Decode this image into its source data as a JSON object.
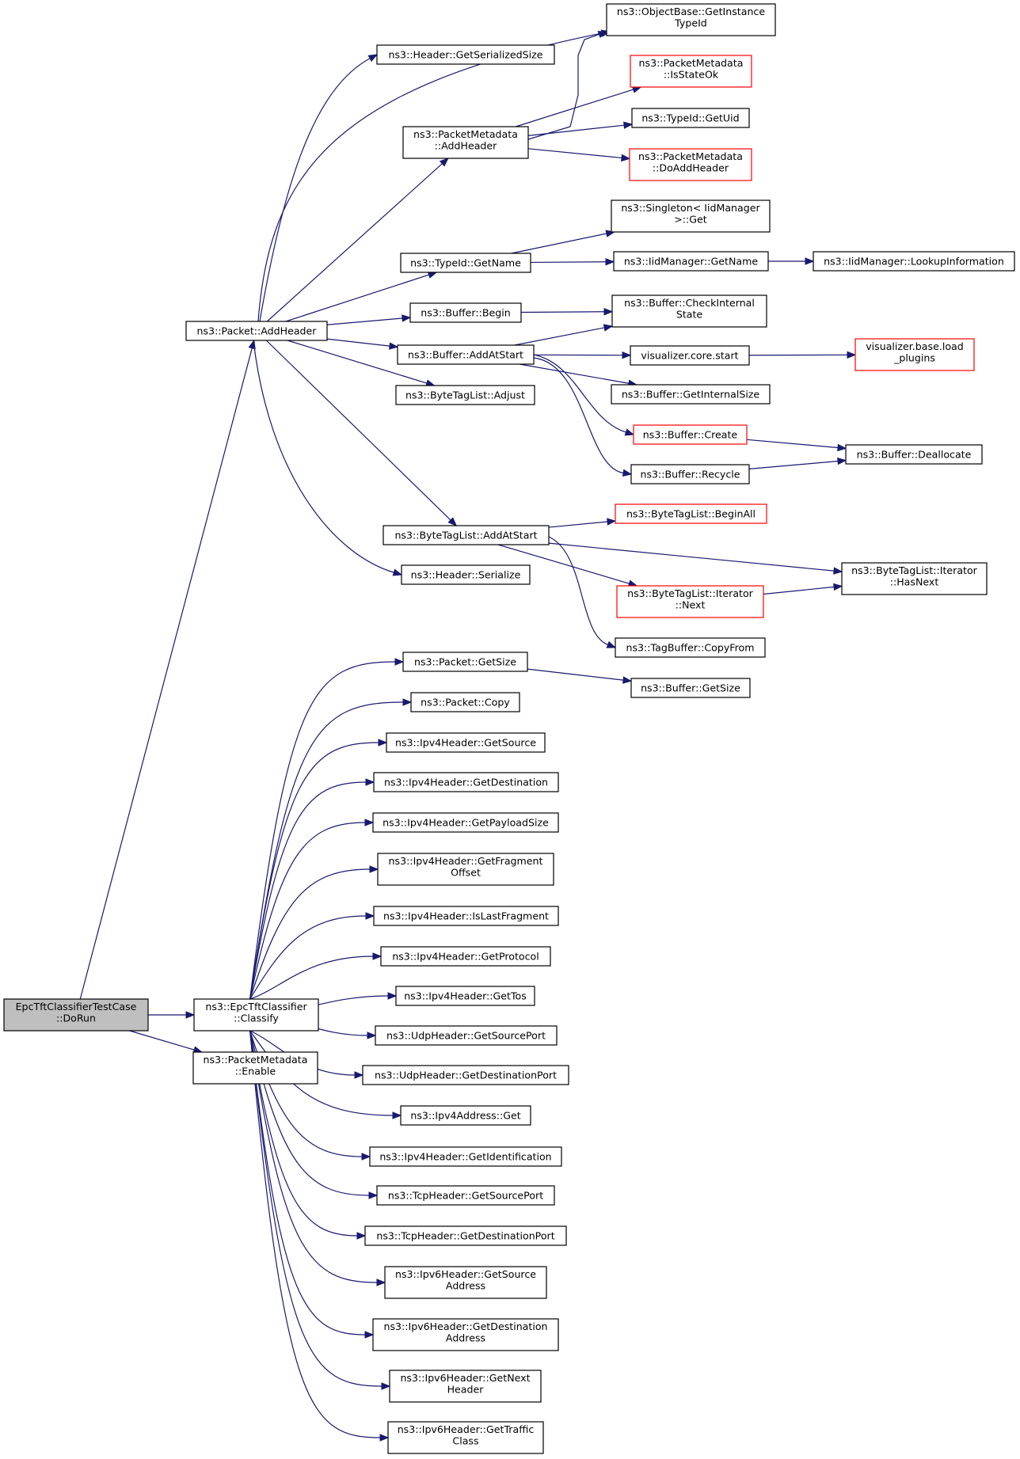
{
  "diagram": {
    "nodes": [
      {
        "id": "n0",
        "lines": [
          "EpcTftClassifierTestCase",
          "::DoRun"
        ],
        "style": "root"
      },
      {
        "id": "n1",
        "lines": [
          "ns3::Packet::AddHeader"
        ],
        "style": "normal"
      },
      {
        "id": "n2",
        "lines": [
          "ns3::EpcTftClassifier",
          "::Classify"
        ],
        "style": "normal"
      },
      {
        "id": "n3",
        "lines": [
          "ns3::PacketMetadata",
          "::Enable"
        ],
        "style": "normal"
      },
      {
        "id": "n4",
        "lines": [
          "ns3::Header::GetSerializedSize"
        ],
        "style": "normal"
      },
      {
        "id": "n5",
        "lines": [
          "ns3::ObjectBase::GetInstance",
          "TypeId"
        ],
        "style": "normal"
      },
      {
        "id": "n6",
        "lines": [
          "ns3::PacketMetadata",
          "::AddHeader"
        ],
        "style": "normal"
      },
      {
        "id": "n7",
        "lines": [
          "ns3::TypeId::GetName"
        ],
        "style": "normal"
      },
      {
        "id": "n8",
        "lines": [
          "ns3::Buffer::Begin"
        ],
        "style": "normal"
      },
      {
        "id": "n9",
        "lines": [
          "ns3::Buffer::AddAtStart"
        ],
        "style": "normal"
      },
      {
        "id": "n10",
        "lines": [
          "ns3::ByteTagList::Adjust"
        ],
        "style": "normal"
      },
      {
        "id": "n11",
        "lines": [
          "ns3::ByteTagList::AddAtStart"
        ],
        "style": "normal"
      },
      {
        "id": "n12",
        "lines": [
          "ns3::Header::Serialize"
        ],
        "style": "normal"
      },
      {
        "id": "n13",
        "lines": [
          "ns3::PacketMetadata",
          "::IsStateOk"
        ],
        "style": "red"
      },
      {
        "id": "n14",
        "lines": [
          "ns3::TypeId::GetUid"
        ],
        "style": "normal"
      },
      {
        "id": "n15",
        "lines": [
          "ns3::PacketMetadata",
          "::DoAddHeader"
        ],
        "style": "red"
      },
      {
        "id": "n16",
        "lines": [
          "ns3::Singleton< IidManager",
          " >::Get"
        ],
        "style": "normal"
      },
      {
        "id": "n17",
        "lines": [
          "ns3::IidManager::GetName"
        ],
        "style": "normal"
      },
      {
        "id": "n18",
        "lines": [
          "ns3::IidManager::LookupInformation"
        ],
        "style": "normal"
      },
      {
        "id": "n19",
        "lines": [
          "ns3::Buffer::CheckInternal",
          "State"
        ],
        "style": "normal"
      },
      {
        "id": "n20",
        "lines": [
          "visualizer.core.start"
        ],
        "style": "normal"
      },
      {
        "id": "n21",
        "lines": [
          "visualizer.base.load",
          "_plugins"
        ],
        "style": "red"
      },
      {
        "id": "n22",
        "lines": [
          "ns3::Buffer::GetInternalSize"
        ],
        "style": "normal"
      },
      {
        "id": "n23",
        "lines": [
          "ns3::Buffer::Create"
        ],
        "style": "red"
      },
      {
        "id": "n24",
        "lines": [
          "ns3::Buffer::Deallocate"
        ],
        "style": "normal"
      },
      {
        "id": "n25",
        "lines": [
          "ns3::Buffer::Recycle"
        ],
        "style": "normal"
      },
      {
        "id": "n26",
        "lines": [
          "ns3::ByteTagList::BeginAll"
        ],
        "style": "red"
      },
      {
        "id": "n27",
        "lines": [
          "ns3::ByteTagList::Iterator",
          "::HasNext"
        ],
        "style": "normal"
      },
      {
        "id": "n28",
        "lines": [
          "ns3::ByteTagList::Iterator",
          "::Next"
        ],
        "style": "red"
      },
      {
        "id": "n29",
        "lines": [
          "ns3::TagBuffer::CopyFrom"
        ],
        "style": "normal"
      },
      {
        "id": "n30",
        "lines": [
          "ns3::Packet::GetSize"
        ],
        "style": "normal"
      },
      {
        "id": "n31",
        "lines": [
          "ns3::Buffer::GetSize"
        ],
        "style": "normal"
      },
      {
        "id": "n32",
        "lines": [
          "ns3::Packet::Copy"
        ],
        "style": "normal"
      },
      {
        "id": "n33",
        "lines": [
          "ns3::Ipv4Header::GetSource"
        ],
        "style": "normal"
      },
      {
        "id": "n34",
        "lines": [
          "ns3::Ipv4Header::GetDestination"
        ],
        "style": "normal"
      },
      {
        "id": "n35",
        "lines": [
          "ns3::Ipv4Header::GetPayloadSize"
        ],
        "style": "normal"
      },
      {
        "id": "n36",
        "lines": [
          "ns3::Ipv4Header::GetFragment",
          "Offset"
        ],
        "style": "normal"
      },
      {
        "id": "n37",
        "lines": [
          "ns3::Ipv4Header::IsLastFragment"
        ],
        "style": "normal"
      },
      {
        "id": "n38",
        "lines": [
          "ns3::Ipv4Header::GetProtocol"
        ],
        "style": "normal"
      },
      {
        "id": "n39",
        "lines": [
          "ns3::Ipv4Header::GetTos"
        ],
        "style": "normal"
      },
      {
        "id": "n40",
        "lines": [
          "ns3::UdpHeader::GetSourcePort"
        ],
        "style": "normal"
      },
      {
        "id": "n41",
        "lines": [
          "ns3::UdpHeader::GetDestinationPort"
        ],
        "style": "normal"
      },
      {
        "id": "n42",
        "lines": [
          "ns3::Ipv4Address::Get"
        ],
        "style": "normal"
      },
      {
        "id": "n43",
        "lines": [
          "ns3::Ipv4Header::GetIdentification"
        ],
        "style": "normal"
      },
      {
        "id": "n44",
        "lines": [
          "ns3::TcpHeader::GetSourcePort"
        ],
        "style": "normal"
      },
      {
        "id": "n45",
        "lines": [
          "ns3::TcpHeader::GetDestinationPort"
        ],
        "style": "normal"
      },
      {
        "id": "n46",
        "lines": [
          "ns3::Ipv6Header::GetSource",
          "Address"
        ],
        "style": "normal"
      },
      {
        "id": "n47",
        "lines": [
          "ns3::Ipv6Header::GetDestination",
          "Address"
        ],
        "style": "normal"
      },
      {
        "id": "n48",
        "lines": [
          "ns3::Ipv6Header::GetNext",
          "Header"
        ],
        "style": "normal"
      },
      {
        "id": "n49",
        "lines": [
          "ns3::Ipv6Header::GetTraffic",
          "Class"
        ],
        "style": "normal"
      }
    ],
    "edges": [
      [
        "n0",
        "n1"
      ],
      [
        "n0",
        "n2"
      ],
      [
        "n0",
        "n3"
      ],
      [
        "n1",
        "n4"
      ],
      [
        "n1",
        "n5"
      ],
      [
        "n1",
        "n6"
      ],
      [
        "n1",
        "n7"
      ],
      [
        "n1",
        "n8"
      ],
      [
        "n1",
        "n9"
      ],
      [
        "n1",
        "n10"
      ],
      [
        "n1",
        "n11"
      ],
      [
        "n1",
        "n12"
      ],
      [
        "n6",
        "n5"
      ],
      [
        "n6",
        "n13"
      ],
      [
        "n6",
        "n14"
      ],
      [
        "n6",
        "n15"
      ],
      [
        "n7",
        "n16"
      ],
      [
        "n7",
        "n17"
      ],
      [
        "n17",
        "n18"
      ],
      [
        "n8",
        "n19"
      ],
      [
        "n9",
        "n19"
      ],
      [
        "n9",
        "n20"
      ],
      [
        "n9",
        "n22"
      ],
      [
        "n9",
        "n23"
      ],
      [
        "n9",
        "n25"
      ],
      [
        "n20",
        "n21"
      ],
      [
        "n23",
        "n24"
      ],
      [
        "n25",
        "n24"
      ],
      [
        "n11",
        "n26"
      ],
      [
        "n11",
        "n27"
      ],
      [
        "n11",
        "n28"
      ],
      [
        "n11",
        "n29"
      ],
      [
        "n28",
        "n27"
      ],
      [
        "n2",
        "n30"
      ],
      [
        "n2",
        "n32"
      ],
      [
        "n2",
        "n33"
      ],
      [
        "n2",
        "n34"
      ],
      [
        "n2",
        "n35"
      ],
      [
        "n2",
        "n36"
      ],
      [
        "n2",
        "n37"
      ],
      [
        "n2",
        "n38"
      ],
      [
        "n2",
        "n39"
      ],
      [
        "n2",
        "n40"
      ],
      [
        "n2",
        "n41"
      ],
      [
        "n2",
        "n42"
      ],
      [
        "n2",
        "n43"
      ],
      [
        "n2",
        "n44"
      ],
      [
        "n2",
        "n45"
      ],
      [
        "n2",
        "n46"
      ],
      [
        "n2",
        "n47"
      ],
      [
        "n2",
        "n48"
      ],
      [
        "n2",
        "n49"
      ],
      [
        "n30",
        "n31"
      ]
    ]
  }
}
